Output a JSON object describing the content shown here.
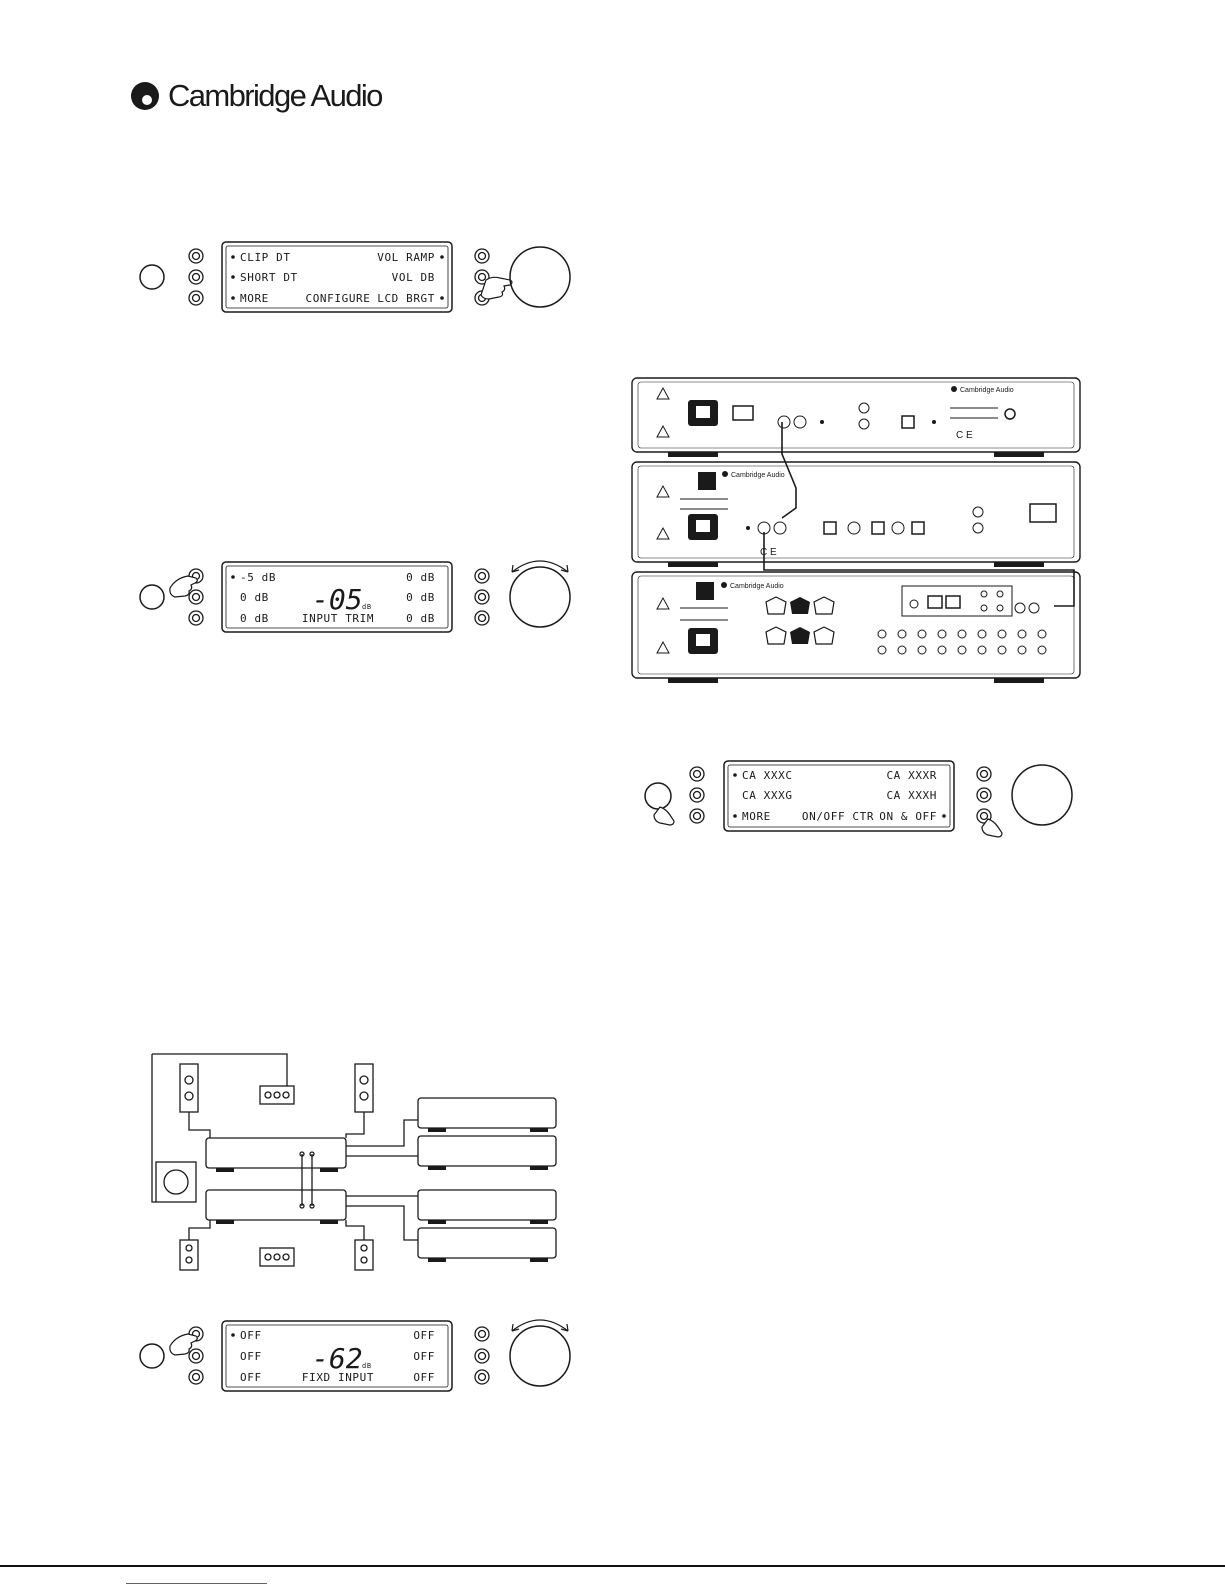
{
  "brand": {
    "name": "Cambridge Audio"
  },
  "panels": {
    "configure": {
      "left_top": "CLIP DT",
      "left_mid": "SHORT DT",
      "left_bot": "MORE",
      "right_top": "VOL RAMP",
      "right_mid": "VOL DB",
      "right_bot": "LCD BRGT",
      "center_bot": "CONFIGURE"
    },
    "input_trim": {
      "left_top": "-5 dB",
      "left_mid": "0 dB",
      "left_bot": "0 dB",
      "right_top": "0 dB",
      "right_mid": "0 dB",
      "right_bot": "0 dB",
      "big_value": "-05",
      "unit": "dB",
      "center_bot": "INPUT TRIM"
    },
    "fixed_input": {
      "left_top": "OFF",
      "left_mid": "OFF",
      "left_bot": "OFF",
      "right_top": "OFF",
      "right_mid": "OFF",
      "right_bot": "OFF",
      "big_value": "-62",
      "unit": "dB",
      "center_bot": "FIXD INPUT"
    },
    "on_off_ctr": {
      "left_top": "CA XXXC",
      "left_mid": "CA XXXG",
      "left_bot": "MORE",
      "right_top": "CA XXXR",
      "right_mid": "CA XXXH",
      "right_bot": "ON & OFF",
      "center_bot": "ON/OFF CTR"
    }
  },
  "rear_panel": {
    "brand_label": "Cambridge Audio"
  },
  "colors": {
    "ink": "#1a1a1a",
    "link_line": "#3a5fcf"
  }
}
